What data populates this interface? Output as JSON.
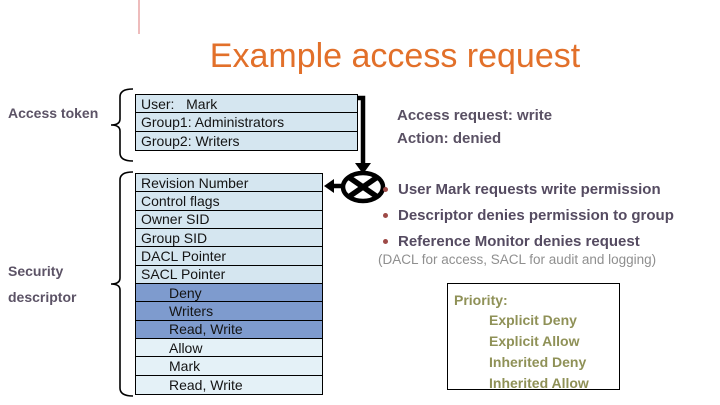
{
  "title": "Example access request",
  "labels": {
    "access_token": "Access token",
    "security_descriptor_line1": "Security",
    "security_descriptor_line2": "descriptor"
  },
  "token_box": {
    "rows": [
      "User:   Mark",
      "Group1: Administrators",
      "Group2: Writers"
    ]
  },
  "descriptor_box": {
    "rows": [
      "Revision Number",
      "Control flags",
      "Owner SID",
      "Group SID",
      "DACL Pointer",
      "SACL Pointer",
      "Deny",
      "Writers",
      "Read, Write",
      "Allow",
      "Mark",
      "Read, Write"
    ]
  },
  "request_status": {
    "line1": "Access request: write",
    "line2": "Action: denied"
  },
  "bullets": [
    "User Mark requests write permission",
    "Descriptor denies permission to group",
    "Reference Monitor denies request"
  ],
  "note": "(DACL for access, SACL for audit and logging)",
  "priority_box": {
    "title": "Priority:",
    "items": [
      "Explicit Deny",
      "Explicit Allow",
      "Inherited Deny",
      "Inherited Allow"
    ]
  },
  "icons": {
    "denied": "crossed-circle-icon",
    "flow": "elbow-arrow-connector",
    "grouping": "curly-brace"
  },
  "colors": {
    "title_orange": "#e2702a",
    "label_purple": "#5c5366",
    "bullet_text": "#554b61",
    "bullet_dot_red": "#9e4a47",
    "note_gray": "#8f8f8f",
    "priority_olive": "#8f9157",
    "cell_light_blue": "#d5e6f0",
    "cell_dark_blue": "#7e9bce",
    "cell_pale_blue": "#e4f1f7",
    "accent_line_pink": "#eebcbc"
  }
}
